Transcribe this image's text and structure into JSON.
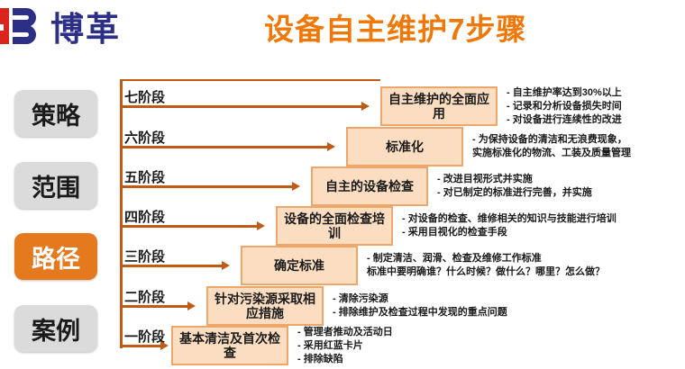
{
  "header": {
    "logo_text": "博革",
    "title": "设备自主维护7步骤"
  },
  "sidebar": {
    "items": [
      {
        "label": "策略",
        "active": false
      },
      {
        "label": "范围",
        "active": false
      },
      {
        "label": "路径",
        "active": true
      },
      {
        "label": "案例",
        "active": false
      }
    ]
  },
  "colors": {
    "title_orange": "#f07808",
    "arrow_orange": "#c05a14",
    "box_fill": "#fbdec2",
    "box_border": "#efa66a",
    "sidebar_gray": "#dbdbdb",
    "sidebar_active": "#e5791e",
    "logo_navy": "#2b2f85",
    "logo_red": "#d9251c"
  },
  "diagram": {
    "steps": [
      {
        "stage": "一阶段",
        "box": "基本清洁及首次检查",
        "bullets": [
          "- 管理者推动及活动日",
          "- 采用红蓝卡片",
          "- 排除缺陷"
        ]
      },
      {
        "stage": "二阶段",
        "box": "针对污染源采取相应措施",
        "bullets": [
          "- 清除污染源",
          "- 排除维护及检查过程中发现的重点问题"
        ]
      },
      {
        "stage": "三阶段",
        "box": "确定标准",
        "bullets": [
          "- 制定清洁、润滑、检查及维修工作标准",
          "标准中要明确谁？什么时候？做什么？哪里？怎么做？"
        ]
      },
      {
        "stage": "四阶段",
        "box": "设备的全面检查培训",
        "bullets": [
          "- 对设备的检查、维修相关的知识与技能进行培训",
          "- 采用目视化的检查手段"
        ]
      },
      {
        "stage": "五阶段",
        "box": "自主的设备检查",
        "bullets": [
          "- 改进目视形式并实施",
          "- 对已制定的标准进行完善，并实施"
        ]
      },
      {
        "stage": "六阶段",
        "box": "标准化",
        "bullets": [
          "- 为保持设备的清洁和无浪费现象，",
          "实施标准化的物流、工装及质量管理"
        ]
      },
      {
        "stage": "七阶段",
        "box": "自主维护的全面应用",
        "bullets": [
          "- 自主维护率达到30%以上",
          "- 记录和分析设备损失时间",
          "- 对设备进行连续性的改进"
        ]
      }
    ]
  }
}
